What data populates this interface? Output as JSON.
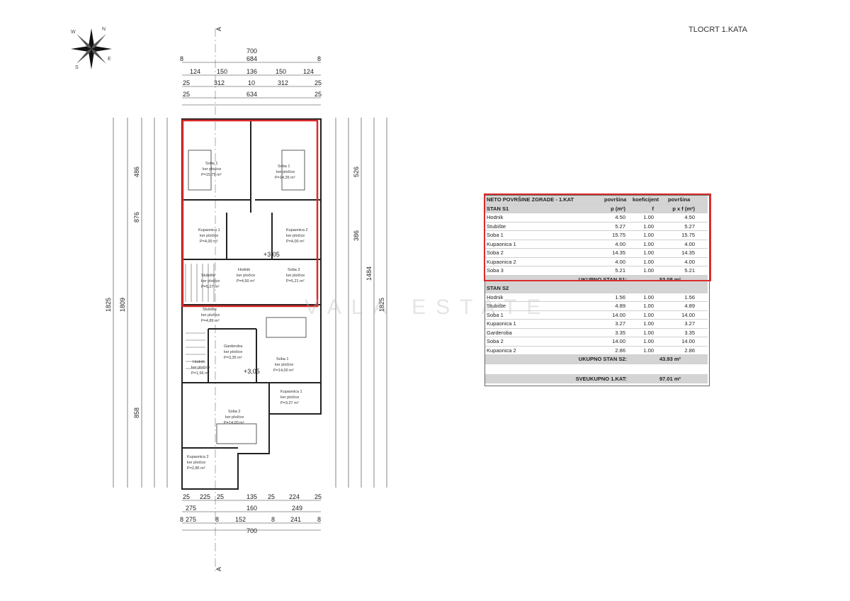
{
  "sheet_title": "TLOCRT 1.KATA",
  "compass": {
    "n": "N",
    "s": "S",
    "e": "E",
    "w": "W"
  },
  "watermark": "VALA ESTATE",
  "dimensions_top": {
    "row1": [
      "700"
    ],
    "row2": [
      "8",
      "684",
      "8"
    ],
    "row3": [
      "124",
      "150",
      "136",
      "150",
      "124"
    ],
    "row4": [
      "25",
      "312",
      "10",
      "312",
      "25"
    ],
    "row5": [
      "25",
      "634",
      "25"
    ]
  },
  "dimensions_bottom": {
    "row1": [
      "25",
      "225",
      "25",
      "135",
      "25",
      "224",
      "25"
    ],
    "row2": [
      "275",
      "160",
      "249"
    ],
    "row3": [
      "8",
      "275",
      "8",
      "152",
      "8",
      "241",
      "8"
    ],
    "row4": [
      "700"
    ]
  },
  "dimensions_left": [
    "1825",
    "1809",
    "486",
    "876",
    "858"
  ],
  "dimensions_right": [
    "1825",
    "1484",
    "526",
    "386"
  ],
  "section_marker": "A",
  "rooms": [
    {
      "name": "Soba 1",
      "floor": "ker pločice",
      "area": "P=15,75 m²"
    },
    {
      "name": "Soba 1",
      "floor": "ker pločice",
      "area": "P=14,35 m²"
    },
    {
      "name": "Kupaonica 1",
      "floor": "ker pločice",
      "area": "P=4,00 m²"
    },
    {
      "name": "Kupaonica 2",
      "floor": "ker pločice",
      "area": "P=4,00 m²"
    },
    {
      "name": "Stubište",
      "floor": "ker pločice",
      "area": "P=5,27 m²"
    },
    {
      "name": "Hodnik",
      "floor": "ker pločice",
      "area": "P=4,50 m²"
    },
    {
      "name": "Soba 3",
      "floor": "ker pločice",
      "area": "P=5,21 m²"
    },
    {
      "name": "Stubište",
      "floor": "ker pločice",
      "area": "P=4,89 m²"
    },
    {
      "name": "Garderoba",
      "floor": "ker pločice",
      "area": "P=3,35 m²"
    },
    {
      "name": "Hodnik",
      "floor": "ker pločice",
      "area": "P=1,56 m²"
    },
    {
      "name": "Soba 1",
      "floor": "ker pločice",
      "area": "P=14,00 m²"
    },
    {
      "name": "Kupaonica 1",
      "floor": "ker pločice",
      "area": "P=3,27 m²"
    },
    {
      "name": "Soba 2",
      "floor": "ker pločice",
      "area": "P=14,00 m²"
    },
    {
      "name": "Kupaonica 2",
      "floor": "ker pločice",
      "area": "P=2,86 m²"
    }
  ],
  "level_marks": [
    "+3,05",
    "+3,05"
  ],
  "table": {
    "title": "NETO POVRŠINE ZGRADE - 1.KAT",
    "col_headers": [
      "površina",
      "koeficijent",
      "površina"
    ],
    "unit_headers": [
      "p (m²)",
      "f",
      "p x f (m²)"
    ],
    "stan1": {
      "label": "STAN S1",
      "rows": [
        {
          "name": "Hodnik",
          "p": "4.50",
          "f": "1.00",
          "pf": "4.50"
        },
        {
          "name": "Stubište",
          "p": "5.27",
          "f": "1.00",
          "pf": "5.27"
        },
        {
          "name": "Soba 1",
          "p": "15.75",
          "f": "1.00",
          "pf": "15.75"
        },
        {
          "name": "Kupaonica 1",
          "p": "4.00",
          "f": "1.00",
          "pf": "4.00"
        },
        {
          "name": "Soba 2",
          "p": "14.35",
          "f": "1.00",
          "pf": "14.35"
        },
        {
          "name": "Kupaonica 2",
          "p": "4.00",
          "f": "1.00",
          "pf": "4.00"
        },
        {
          "name": "Soba 3",
          "p": "5.21",
          "f": "1.00",
          "pf": "5.21"
        }
      ],
      "total_label": "UKUPNO STAN S1:",
      "total_value": "53.08 m²"
    },
    "stan2": {
      "label": "STAN S2",
      "rows": [
        {
          "name": "Hodnik",
          "p": "1.56",
          "f": "1.00",
          "pf": "1.56"
        },
        {
          "name": "Stubište",
          "p": "4.89",
          "f": "1.00",
          "pf": "4.89"
        },
        {
          "name": "Soba 1",
          "p": "14.00",
          "f": "1.00",
          "pf": "14.00"
        },
        {
          "name": "Kupaonica 1",
          "p": "3.27",
          "f": "1.00",
          "pf": "3.27"
        },
        {
          "name": "Garderoba",
          "p": "3.35",
          "f": "1.00",
          "pf": "3.35"
        },
        {
          "name": "Soba 2",
          "p": "14.00",
          "f": "1.00",
          "pf": "14.00"
        },
        {
          "name": "Kupaonica 2",
          "p": "2.86",
          "f": "1.00",
          "pf": "2.86"
        }
      ],
      "total_label": "UKUPNO STAN S2:",
      "total_value": "43.93 m²"
    },
    "grand_total_label": "SVEUKUPNO 1.KAT:",
    "grand_total_value": "97.01 m²"
  },
  "colors": {
    "highlight": "#d92b2b",
    "wall": "#222222",
    "header_bg": "#d4d4d4"
  }
}
